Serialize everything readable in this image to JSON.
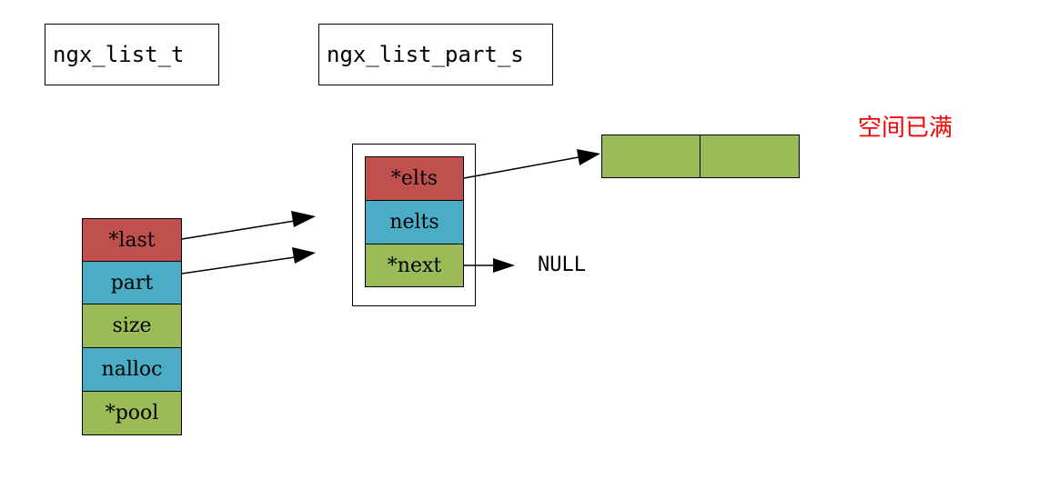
{
  "legend": {
    "list_t": "ngx_list_t",
    "list_part_s": "ngx_list_part_s"
  },
  "list_t": {
    "fields": [
      "*last",
      "part",
      "size",
      "nalloc",
      "*pool"
    ]
  },
  "list_part": {
    "fields": [
      "*elts",
      "nelts",
      "*next"
    ]
  },
  "null_label": "NULL",
  "status_label": "空间已满",
  "colors": {
    "red": "#c0504d",
    "blue": "#4bacc6",
    "green": "#9bbb59",
    "status": "#ff0000"
  }
}
